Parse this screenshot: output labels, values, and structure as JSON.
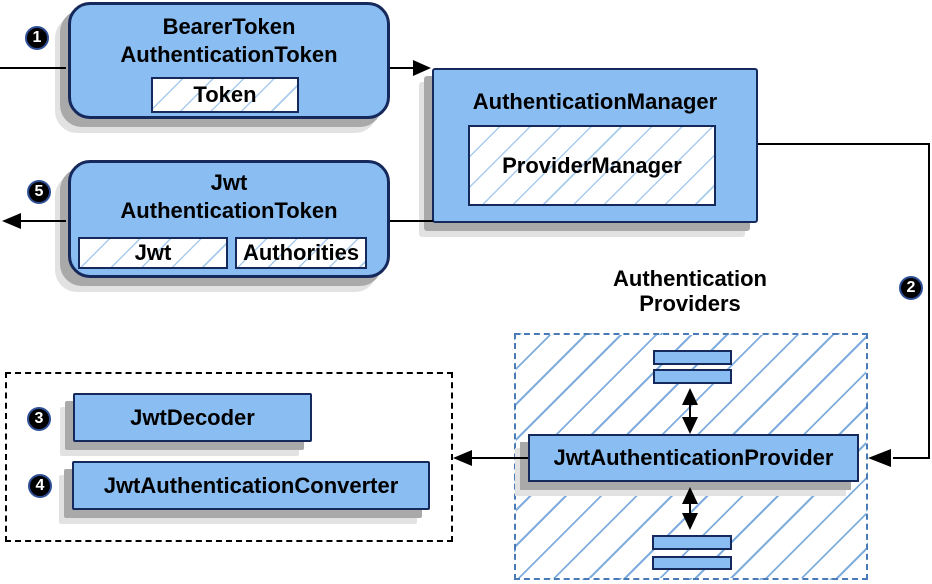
{
  "boxes": {
    "bearer_token": {
      "title": "BearerToken\nAuthenticationToken",
      "field_token": "Token"
    },
    "authentication_manager": {
      "title": "AuthenticationManager",
      "impl": "ProviderManager"
    },
    "jwt_authentication_token": {
      "title": "Jwt\nAuthenticationToken",
      "field_jwt": "Jwt",
      "field_authorities": "Authorities"
    },
    "providers_group": {
      "label": "Authentication\nProviders",
      "provider": "JwtAuthenticationProvider"
    },
    "components_group": {
      "decoder": "JwtDecoder",
      "converter": "JwtAuthenticationConverter"
    }
  },
  "steps": {
    "s1": "1",
    "s2": "2",
    "s3": "3",
    "s4": "4",
    "s5": "5"
  },
  "colors": {
    "box_fill": "#8abdf2",
    "box_border": "#16295c",
    "hatch_line_small": "#a9cbee",
    "hatch_line_big": "#7fadde",
    "dashed_blue_border": "#4a7ab5",
    "dashed_black_border": "#000000",
    "shadow_dark": "#a9a9a9",
    "shadow_light": "#e2e2e2",
    "arrow": "#000000",
    "badge_bg": "#000000",
    "badge_text": "#ffffff"
  }
}
